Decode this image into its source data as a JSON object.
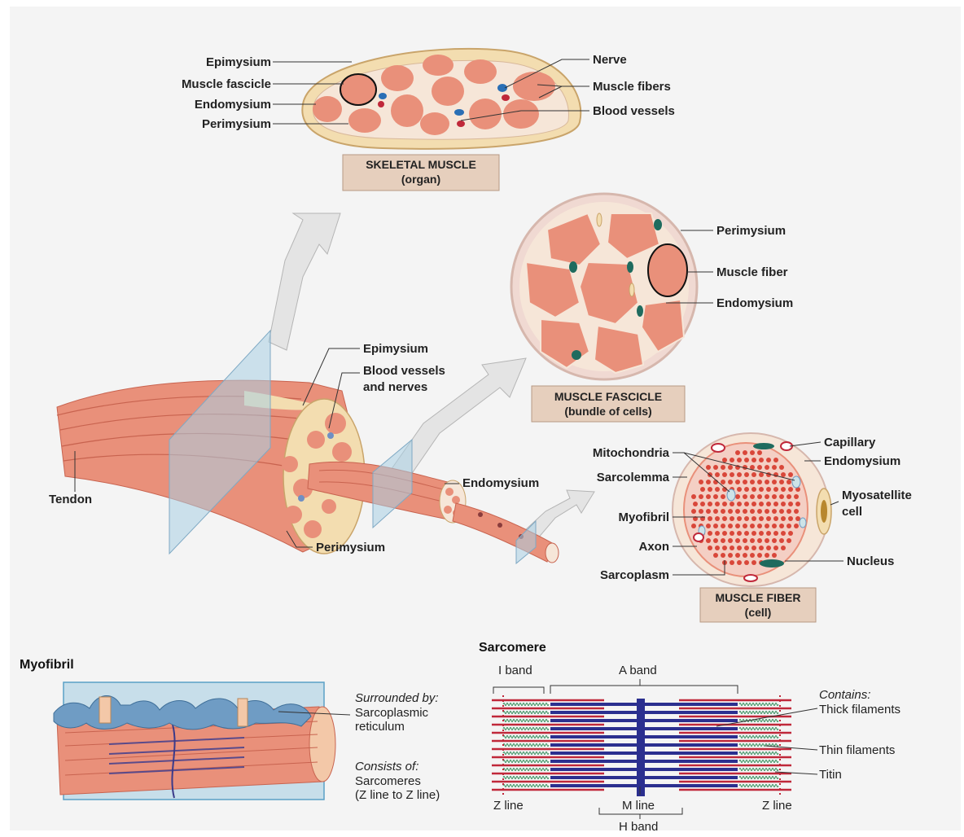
{
  "colors": {
    "muscle": "#e9907a",
    "muscle_dark": "#c8634f",
    "sheath": "#f3ddb0",
    "connective": "#f6e6d8",
    "box": "#e6cfbd",
    "plane": "#a9cfe3",
    "fiber_dot": "#d9473a",
    "nucleus": "#1f6b5e",
    "thick": "#2b2f8f",
    "thin": "#c0283a",
    "titin": "#2e8b57",
    "reticulum": "#6f9cc4",
    "page": "#f4f4f4"
  },
  "skeletal_muscle": {
    "labels": {
      "epimysium": "Epimysium",
      "fascicle": "Muscle fascicle",
      "endomysium": "Endomysium",
      "perimysium": "Perimysium",
      "nerve": "Nerve",
      "fibers": "Muscle fibers",
      "vessels": "Blood vessels"
    },
    "box_title": "SKELETAL MUSCLE",
    "box_sub": "(organ)"
  },
  "fascicle": {
    "labels": {
      "perimysium": "Perimysium",
      "fiber": "Muscle fiber",
      "endomysium": "Endomysium"
    },
    "box_title": "MUSCLE FASCICLE",
    "box_sub": "(bundle of cells)"
  },
  "fiber": {
    "labels": {
      "mitochondria": "Mitochondria",
      "sarcolemma": "Sarcolemma",
      "myofibril": "Myofibril",
      "axon": "Axon",
      "sarcoplasm": "Sarcoplasm",
      "capillary": "Capillary",
      "endomysium": "Endomysium",
      "myosatellite_1": "Myosatellite",
      "myosatellite_2": "cell",
      "nucleus": "Nucleus"
    },
    "box_title": "MUSCLE FIBER",
    "box_sub": "(cell)"
  },
  "whole_muscle": {
    "labels": {
      "epimysium": "Epimysium",
      "vessels_1": "Blood vessels",
      "vessels_2": "and nerves",
      "tendon": "Tendon",
      "endomysium": "Endomysium",
      "perimysium": "Perimysium"
    }
  },
  "myofibril": {
    "title": "Myofibril",
    "surrounded_heading": "Surrounded by:",
    "surrounded_1": "Sarcoplasmic",
    "surrounded_2": "reticulum",
    "consists_heading": "Consists of:",
    "consists_1": "Sarcomeres",
    "consists_2": "(Z line to Z line)"
  },
  "sarcomere": {
    "title": "Sarcomere",
    "i_band": "I band",
    "a_band": "A band",
    "contains": "Contains:",
    "thick": "Thick filaments",
    "thin": "Thin filaments",
    "titin": "Titin",
    "z_left": "Z line",
    "m_line": "M line",
    "z_right": "Z line",
    "h_band": "H band"
  }
}
